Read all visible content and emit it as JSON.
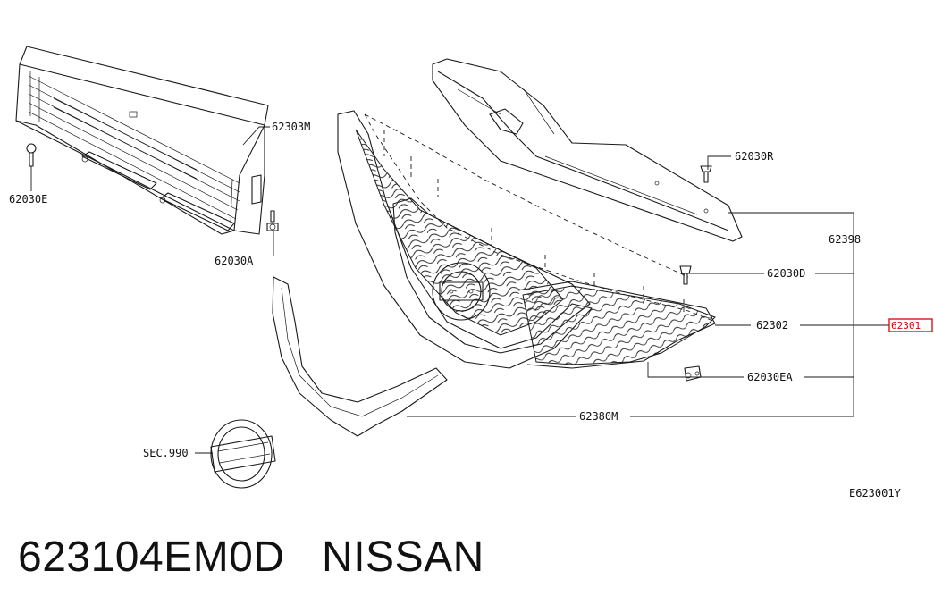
{
  "diagram": {
    "labels": {
      "grille_upper_duct": "62303M",
      "clip_e": "62030E",
      "clip_a": "62030A",
      "clip_r": "62030R",
      "grille_assembly": "62398",
      "clip_d": "62030D",
      "grille_mesh": "62302",
      "highlight_part": "62301",
      "clip_ea": "62030EA",
      "molding": "62380M",
      "emblem_ref": "SEC.990",
      "diagram_code": "E623001Y"
    },
    "highlight_color": "#e00000"
  },
  "caption": {
    "part_number": "623104EM0D",
    "brand": "NISSAN"
  }
}
